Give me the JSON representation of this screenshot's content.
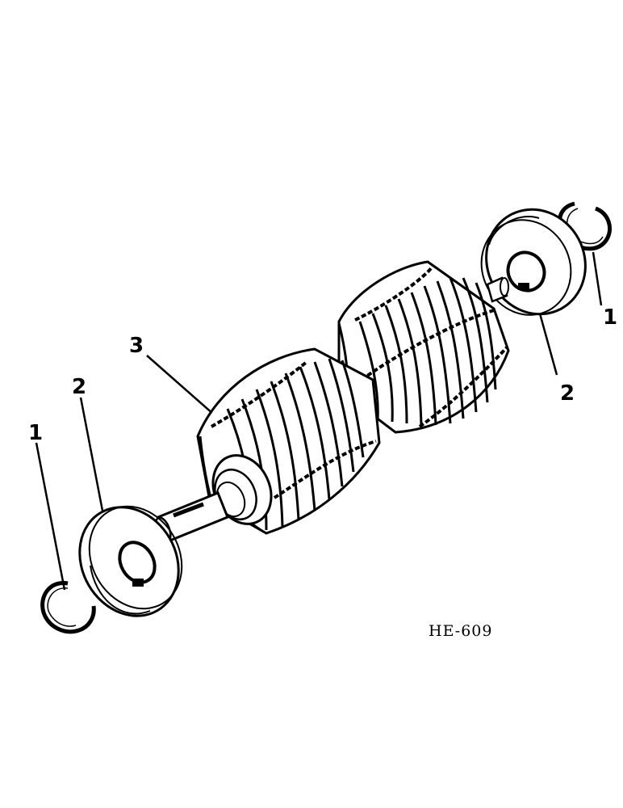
{
  "callouts": {
    "retaining_ring_left": "1",
    "collar_left": "2",
    "rotor": "3",
    "collar_right": "2",
    "retaining_ring_right": "1"
  },
  "figure_code": "HE-609"
}
